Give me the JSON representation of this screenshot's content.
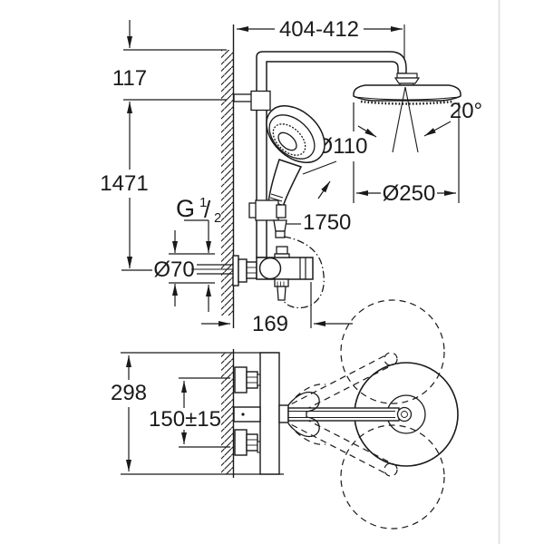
{
  "colors": {
    "ink": "#1a1a1a",
    "background": "#ffffff",
    "canvas_edge": "#e3e3e3"
  },
  "diagram": {
    "type": "technical-dimension-drawing",
    "views": {
      "upper": "side-elevation-shower-system",
      "lower": "top-view-swivel-range"
    },
    "dims": {
      "top_reach": "404-412",
      "arm_offset": "117",
      "total_height": "1471",
      "hand_diameter": "Ø110",
      "tilt_angle": "20°",
      "head_diameter": "Ø250",
      "hose_length": "1750",
      "thread_g": "G",
      "thread_num": "1",
      "thread_slash": "/",
      "thread_den": "2",
      "rosette_diameter": "Ø70",
      "projection": "169",
      "body_depth": "298",
      "connection_spacing": "150±15"
    }
  }
}
